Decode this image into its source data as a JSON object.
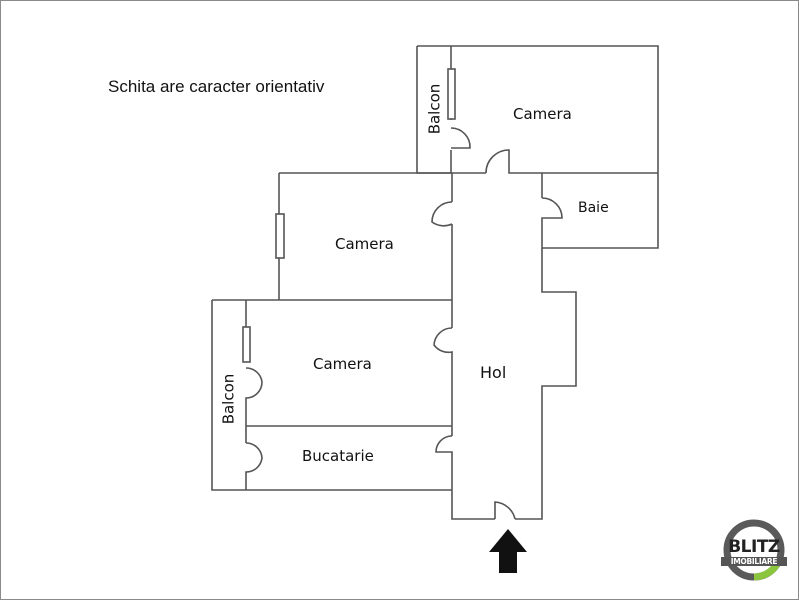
{
  "note": "Schita are caracter orientativ",
  "rooms": {
    "camera_top": "Camera",
    "balcon_top": "Balcon",
    "baie": "Baie",
    "camera_middle": "Camera",
    "camera_lower": "Camera",
    "balcon_left": "Balcon",
    "hol": "Hol",
    "bucatarie": "Bucatarie"
  },
  "entrance": {
    "icon": "arrow-up-icon"
  },
  "logo": {
    "line1": "BLITZ",
    "line2": "IMOBILIARE",
    "ring_color": "#5a5a5a",
    "accent_color": "#8cc63f"
  },
  "colors": {
    "wall": "#555555",
    "background": "#ffffff"
  }
}
